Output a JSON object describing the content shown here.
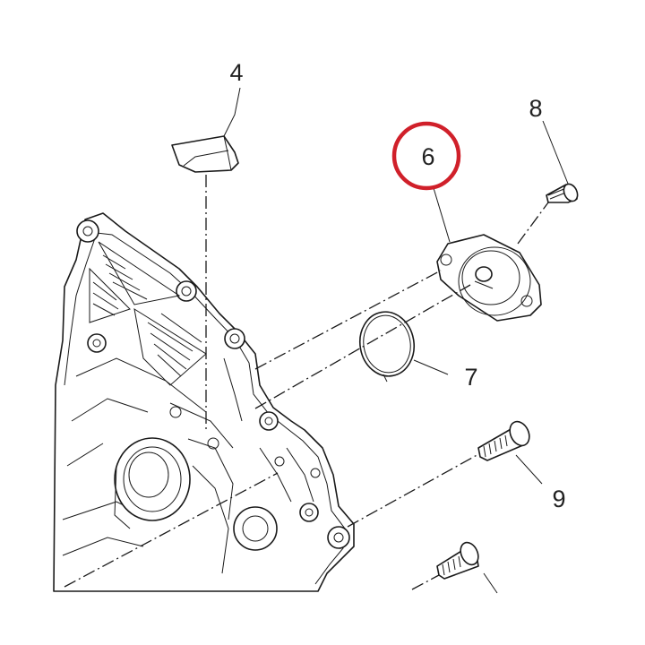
{
  "callouts": [
    {
      "id": "4",
      "text": "4"
    },
    {
      "id": "6",
      "text": "6",
      "highlighted": true
    },
    {
      "id": "7",
      "text": "7"
    },
    {
      "id": "8",
      "text": "8"
    },
    {
      "id": "9",
      "text": "9"
    }
  ],
  "colors": {
    "highlight": "#d0202a",
    "line": "#1a1a1a",
    "background": "#ffffff"
  }
}
